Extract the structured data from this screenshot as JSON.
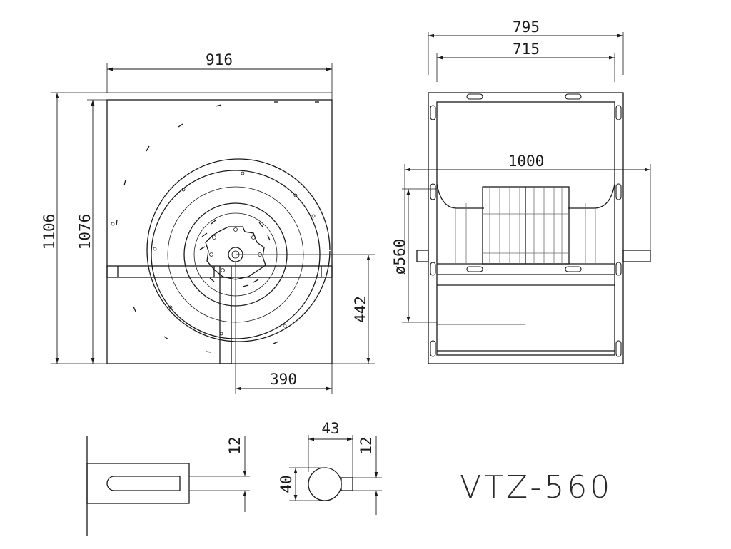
{
  "model": "VTZ-560",
  "dimensions": {
    "front_width": "916",
    "front_height_outer": "1106",
    "front_height_inner": "1076",
    "shaft_height": "442",
    "shaft_offset": "390",
    "side_width_outer": "795",
    "side_width_inner": "715",
    "shaft_length": "1000",
    "inlet_diameter": "ø560",
    "key_length": "43",
    "shaft_diameter": "40",
    "key_width_a": "12",
    "key_width_b": "12"
  }
}
